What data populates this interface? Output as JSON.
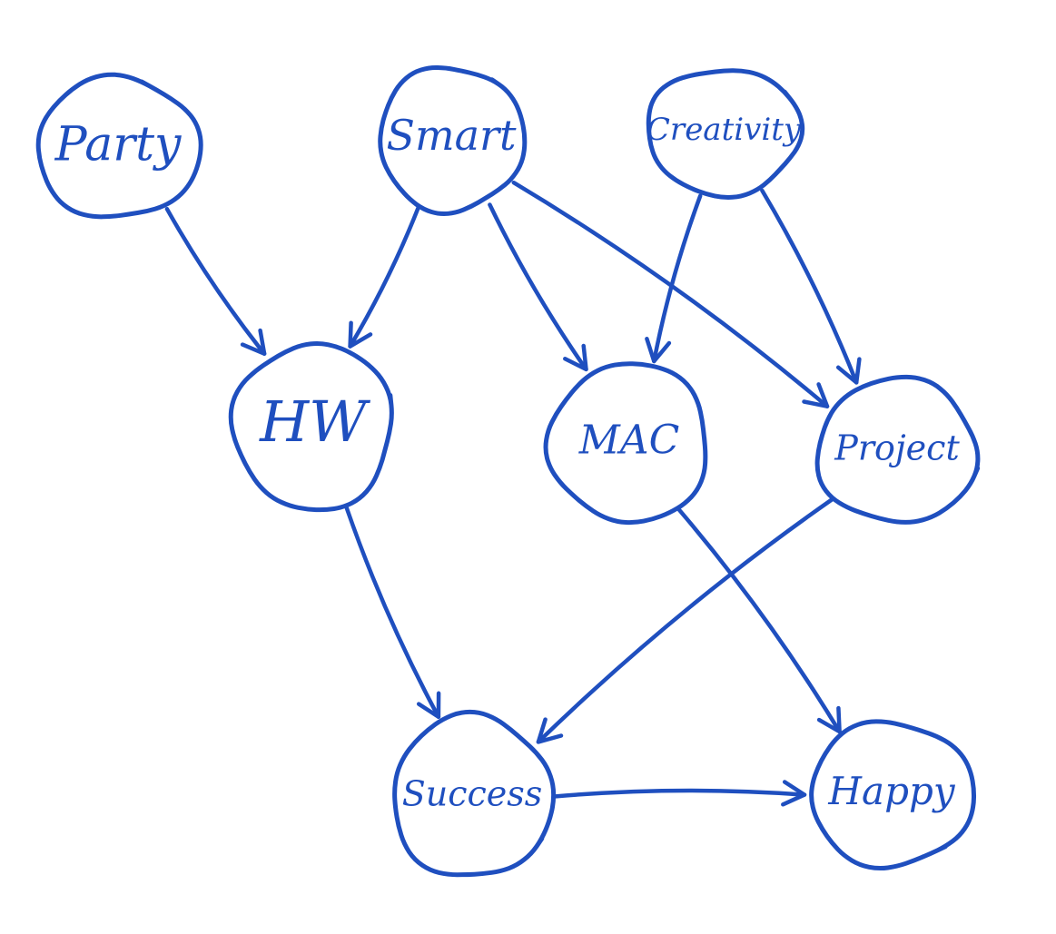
{
  "diagram": {
    "ink_color": "#1f4fbf",
    "nodes": [
      {
        "id": "party",
        "label": "Party"
      },
      {
        "id": "smart",
        "label": "Smart"
      },
      {
        "id": "creativity",
        "label": "Creativity"
      },
      {
        "id": "hw",
        "label": "HW"
      },
      {
        "id": "mac",
        "label": "MAC"
      },
      {
        "id": "project",
        "label": "Project"
      },
      {
        "id": "success",
        "label": "Success"
      },
      {
        "id": "happy",
        "label": "Happy"
      }
    ],
    "edges": [
      {
        "from": "party",
        "to": "hw"
      },
      {
        "from": "smart",
        "to": "hw"
      },
      {
        "from": "smart",
        "to": "mac"
      },
      {
        "from": "smart",
        "to": "project"
      },
      {
        "from": "creativity",
        "to": "mac"
      },
      {
        "from": "creativity",
        "to": "project"
      },
      {
        "from": "hw",
        "to": "success"
      },
      {
        "from": "mac",
        "to": "happy"
      },
      {
        "from": "project",
        "to": "success"
      },
      {
        "from": "success",
        "to": "happy"
      }
    ]
  }
}
